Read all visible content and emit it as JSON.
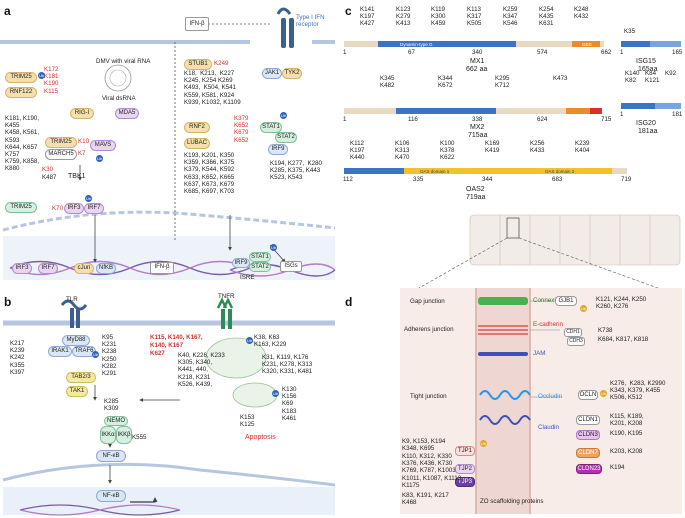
{
  "panel_labels": {
    "a": "a",
    "b": "b",
    "c": "c",
    "d": "d"
  },
  "panel_a": {
    "ifnb_top": "IFN-β",
    "receptor": "Type I IFN\nreceptor",
    "dmv": "DMV with viral RNA",
    "viral_dsrna": "Viral dsRNA",
    "trim25": "TRIM25",
    "rnf122": "RNF122",
    "trim25_lys": "K172\nK181\nK190",
    "rnf122_lys": "K115",
    "rigi": "RIG-I",
    "mda5": "MDA5",
    "rigi_lys": "K181, K190,\nK455\nK458, K561,\nK593\nK644, K657\nK757\nK759, K858,\nK880",
    "trim25b": "TRIM25",
    "march5": "MARCH5",
    "mavs": "MAVS",
    "mavs_lys1": "K10",
    "mavs_lys2": "K7",
    "tbk1": "TBK1",
    "tbk1_lys": "K30",
    "tbk1_lys2": "K487",
    "trim25c": "TRIM25",
    "irf3_lys": "K70",
    "irf3": "IRF3",
    "irf7": "IRF7",
    "stub1": "STUB1",
    "stub1_lys": "K249",
    "jak1": "JAK1",
    "tyk2": "TYK2",
    "jak1_lys": "K18,  K213,  K227\nK245, K254 K269\nK493,  K504, K541\nK559, K581, K924\nK939, K1032, K1109",
    "rnf2": "RNF2",
    "lubac": "LUBAC",
    "rnf2_lys": "K379\nK652\nK679\nK652",
    "stat1": "STAT1",
    "stat2": "STAT2",
    "irf9": "IRF9",
    "stat1_lys": "K193, K201, K350\nK359, K366, K375\nK379, K544, K592\nK633, K652, K665\nK637, K673, K679\nK685, K697, K703",
    "stat2_lys": "K194, K277,  K280\nK285, K375, K443\nK523, K543",
    "nuc_irf3": "IRF3",
    "nuc_irf7": "IRF7",
    "cjun": "cJun",
    "nfkb": "NfKB",
    "ifnb_gene": "IFN-β",
    "irf9n": "IRF9",
    "stat1n": "STAT1",
    "stat2n": "STAT2",
    "isre": "ISRE",
    "isgs": "ISGs",
    "ub": "Ub"
  },
  "panel_b": {
    "tlr": "TLR",
    "tnfr": "TNFR",
    "myd88": "MyD88",
    "irak1": "IRAK1",
    "traf6": "TRAF6",
    "tab23": "TAB2/3",
    "tak1": "TAK1",
    "irak_lys": "K217\nK239\nK242\nK355\nK397",
    "traf6_lys": "K95\nK231\nK238\nK250\nK282\nK291",
    "red_lys": "K115, K140, K167,\nK140, K167\nK627",
    "red_lys_a": "K115, K140, K167,",
    "red_lys_b": "K140, K167",
    "red_lys_c": "K627",
    "nemo": "NEMO",
    "ikka": "IKKα",
    "ikkb": "IKKβ",
    "nemo_lys": "K285\nK309",
    "nemo_lys2": "K555",
    "tnfr_lys1": "K38, K63\nK163, K229",
    "tnfr_lys2": "K31, K119, K176\nK231, K278, K313\nK320, K331, K481",
    "tnfr_lys3": "K40, K226, K233\nK305, K340,\nK441, 440,\nK218, K231\nK526, K439,",
    "tnfr_lys4": "K130\nK156\nK69\nK183\nK461",
    "tnfr_lys5": "K153\nK125",
    "apoptosis": "Apoptosis",
    "nfkb": "NF-κB",
    "nfkb2": "NF-κB",
    "ub": "Ub"
  },
  "panel_c": {
    "mx1_lys": [
      "K141",
      "K123",
      "K119",
      "K113",
      "K259",
      "K254",
      "K248",
      "K197",
      "K279",
      "K300",
      "K317",
      "K347",
      "K435",
      "K432",
      "K427",
      "K413",
      "K459",
      "K505",
      "K546",
      "K631"
    ],
    "mx1_name": "MX1",
    "mx1_len": "662 aa",
    "mx1_ticks": [
      "1",
      "67",
      "340",
      "574",
      "662"
    ],
    "mx1_domain": "Dynamin-type G",
    "mx1_ged": "GED",
    "isg15_lys": "K35",
    "isg15_name": "ISG15",
    "isg15_len": "165aa",
    "isg15_ticks": [
      "1",
      "165"
    ],
    "mx2_lys": [
      "K345",
      "K344",
      "K295",
      "K473",
      "K482",
      "K672",
      "K712"
    ],
    "mx2_name": "MX2",
    "mx2_len": "715aa",
    "mx2_ticks": [
      "1",
      "116",
      "338",
      "624",
      "715"
    ],
    "isg20_lys": [
      "K140",
      "K84",
      "K92",
      "K82",
      "K121"
    ],
    "isg20_name": "ISG20",
    "isg20_len": "181aa",
    "isg20_ticks": [
      "1",
      "181"
    ],
    "oas2_lys": [
      "K112",
      "K106",
      "K100",
      "K169",
      "K256",
      "K239",
      "K197",
      "K313",
      "K378",
      "K419",
      "K433",
      "K404",
      "K440",
      "K470",
      "K622"
    ],
    "oas2_name": "OAS2",
    "oas2_len": "719aa",
    "oas2_ticks": [
      "112",
      "335",
      "344",
      "683",
      "719"
    ],
    "oas2_dom1": "OAS domain 1",
    "oas2_dom2": "OAS domain 2"
  },
  "panel_d": {
    "gap": "Gap junction",
    "connexin": "Connexin",
    "gjb1": "GJB1",
    "gjb1_lys": "K121, K244, K250\nK260, K276",
    "adherens": "Adherens junction",
    "ecad": "E-cadherin",
    "cdh1": "CDH1",
    "cdh3": "CDH3",
    "cdh1_lys": "K738",
    "cdh3_lys": "K684, K817, K818",
    "jam": "JAM",
    "tight": "Tight junction",
    "occludin": "Occludin",
    "ocln": "OCLN",
    "ocln_lys": "K276,  K283, K2990\nK343, K379, K455\nK506, K512",
    "claudin": "Claudin",
    "cldn1": "CLDN1",
    "cldn1_lys": "K115, K189,\nK201, K208",
    "cldn3": "CLDN3",
    "cldn3_lys": "K190, K195",
    "cldn7": "CLDN7",
    "cldn7_lys": "K203, K208",
    "cldn23": "CLDN23",
    "cldn23_lys": "K194",
    "zo": "ZO scaffolding proteins",
    "tjp1": "TJP1",
    "tjp2": "TJP2",
    "tjp3": "TJP3",
    "tjp1_lys": "K9, K153, K194\nK348, K695",
    "tjp2_lys": "K110, K312, K330\nK376, K436, K730\nK769, K787, K1003\nK1011, K1087, K1113\nK1175",
    "tjp3_lys": "K83, K191, K217\nK468",
    "ub": "Ub"
  },
  "colors": {
    "membrane": "#9fb8d8",
    "ub": "#2f64b8",
    "lys_red": "#d8312a",
    "dynamin": "#3d72c7",
    "ged": "#e88d2b",
    "oas": "#f2c22a"
  }
}
